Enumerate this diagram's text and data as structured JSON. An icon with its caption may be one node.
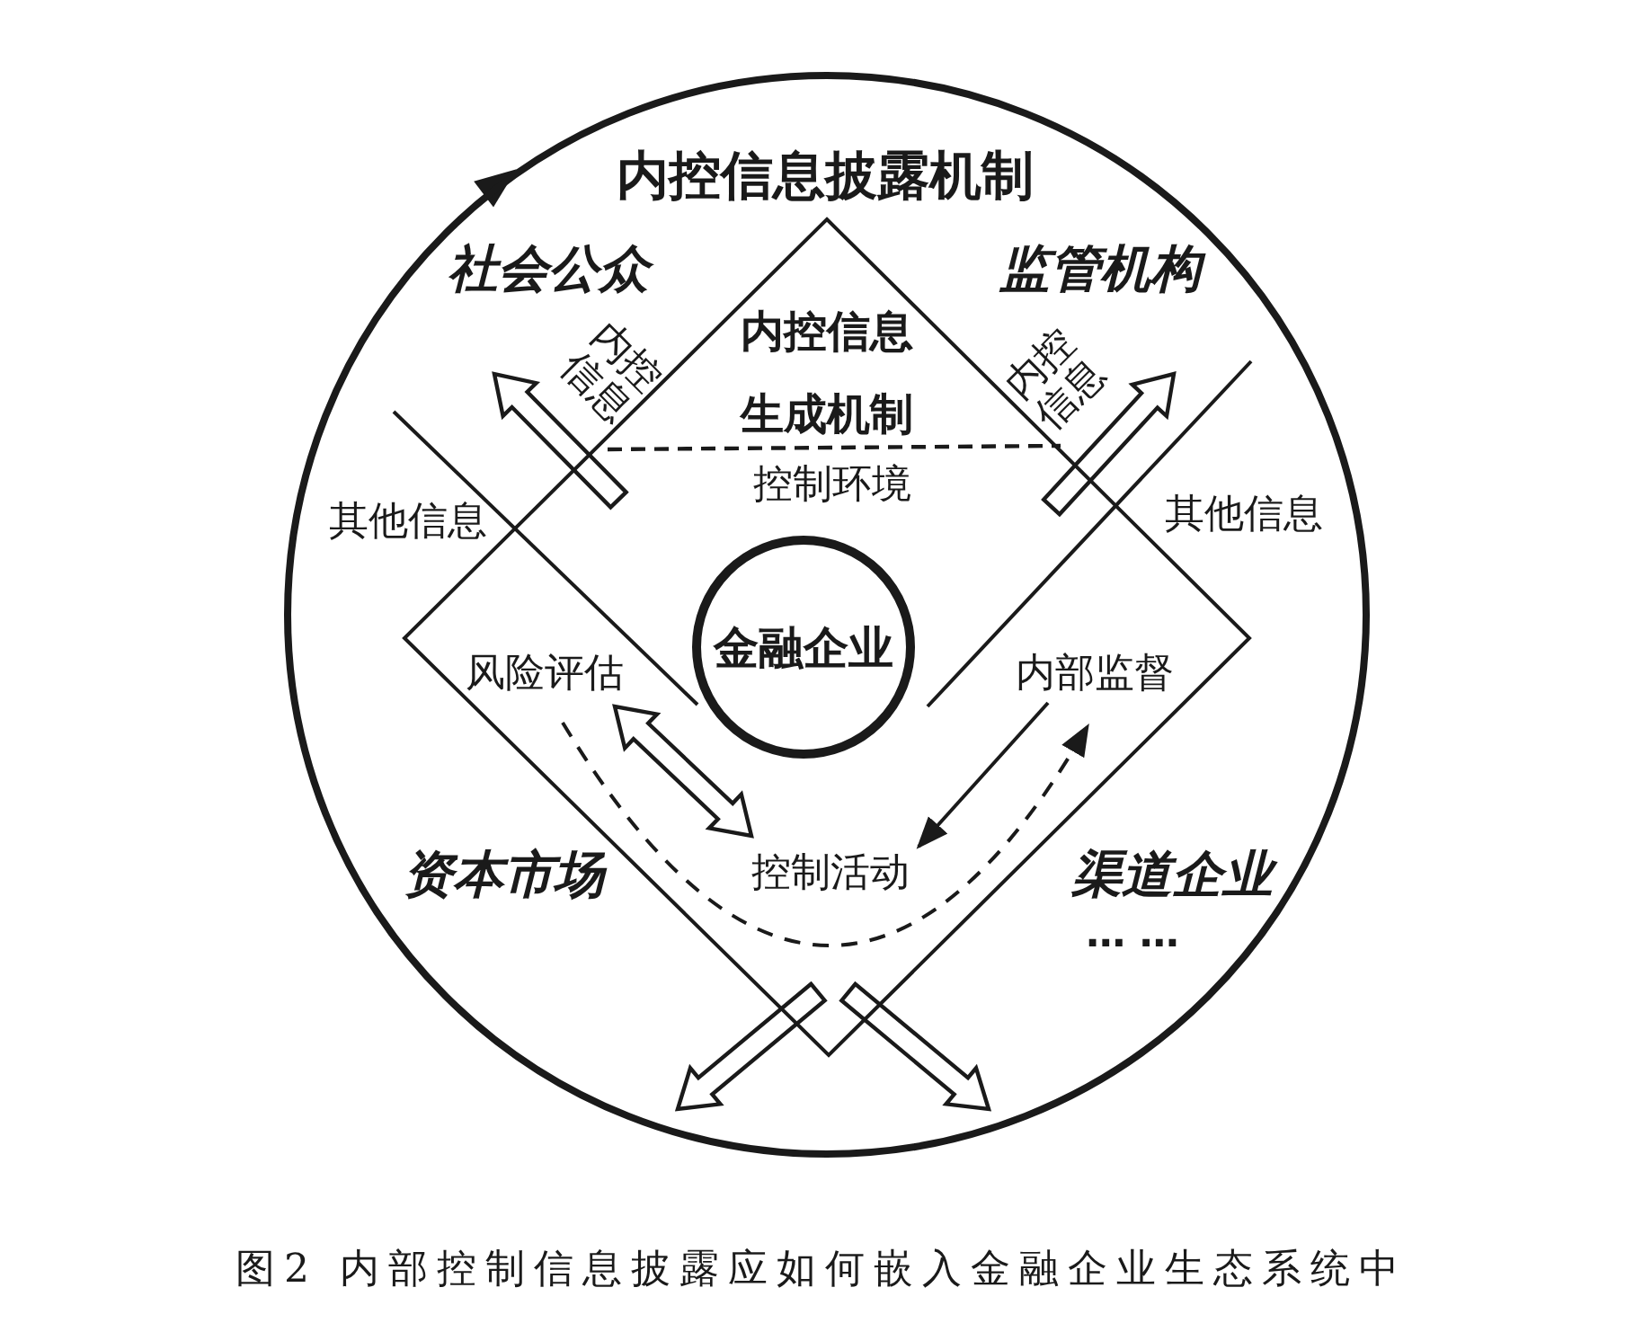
{
  "diagram": {
    "caption": "图2 内部控制信息披露应如何嵌入金融企业生态系统中",
    "nodes": [
      {
        "text": [
          "内控信息披露机制"
        ]
      },
      {
        "text": [
          "社会公众"
        ],
        "in": 0
      },
      {
        "text": [
          "监管机构"
        ],
        "in": 0
      },
      {
        "text": [
          "资本市场"
        ],
        "in": 0
      },
      {
        "text": [
          "渠道企业"
        ],
        "in": 0
      },
      {
        "text": [
          "内控信息生成机制"
        ],
        "in": 0
      },
      {
        "text": [
          "控制环境"
        ],
        "in": 5
      },
      {
        "text": [
          "金融企业"
        ],
        "in": 5
      },
      {
        "text": [
          "风险评估"
        ],
        "in": 5
      },
      {
        "text": [
          "内部监督"
        ],
        "in": 5
      },
      {
        "text": [
          "控制活动"
        ],
        "in": 5
      }
    ],
    "edges": [
      {
        "from": 5,
        "to": 1,
        "arrow": "to",
        "label": "内控信息",
        "style": "thick"
      },
      {
        "from": 5,
        "to": 2,
        "arrow": "to",
        "label": "内控信息",
        "style": "thick"
      },
      {
        "from": 5,
        "to": null,
        "arrow": "to",
        "style": "thick"
      },
      {
        "from": 5,
        "to": null,
        "arrow": "to",
        "style": "thick"
      },
      {
        "from": 8,
        "to": 10,
        "arrow": "both",
        "style": "thick"
      },
      {
        "from": 9,
        "to": 10,
        "arrow": "to"
      },
      {
        "from": 8,
        "to": 9,
        "arrow": "to",
        "style": "dashed"
      },
      {
        "from": null,
        "to": 7,
        "arrow": "none",
        "label": "其他信息"
      },
      {
        "from": null,
        "to": 7,
        "arrow": "none",
        "label": "其他信息"
      }
    ],
    "labels": [
      "… …"
    ]
  }
}
